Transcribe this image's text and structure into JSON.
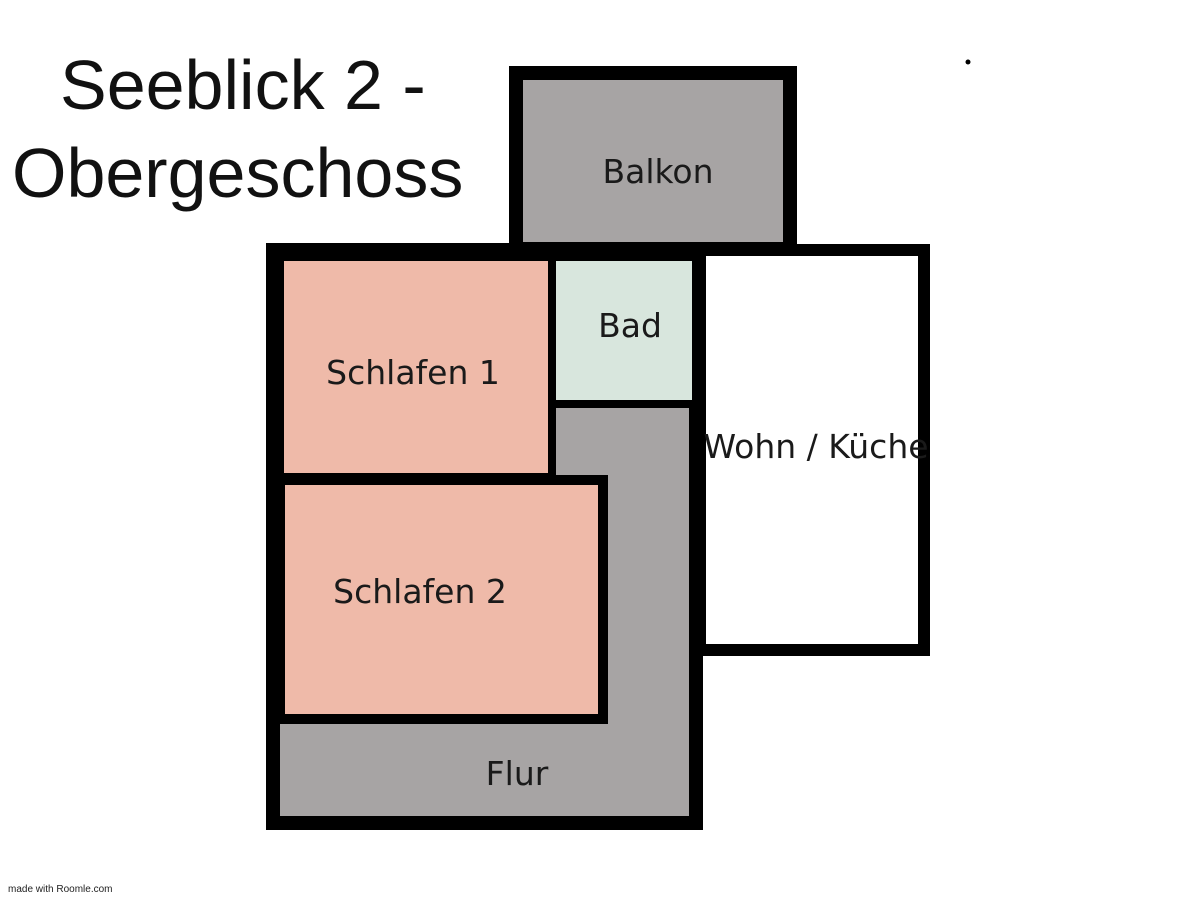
{
  "title": {
    "line1": "Seeblick 2 -",
    "line2": "Obergeschoss"
  },
  "rooms": {
    "balkon": {
      "label": "Balkon",
      "color": "#a7a4a4"
    },
    "bad": {
      "label": "Bad",
      "color": "#d8e6dd"
    },
    "schlafen1": {
      "label": "Schlafen 1",
      "color": "#efbaa9"
    },
    "schlafen2": {
      "label": "Schlafen 2",
      "color": "#efbaa9"
    },
    "wohn_kueche": {
      "label": "Wohn / Küche",
      "color": "#ffffff"
    },
    "flur": {
      "label": "Flur",
      "color": "#a7a4a4"
    }
  },
  "wall_color": "#000000",
  "footer": "made with Roomle.com"
}
